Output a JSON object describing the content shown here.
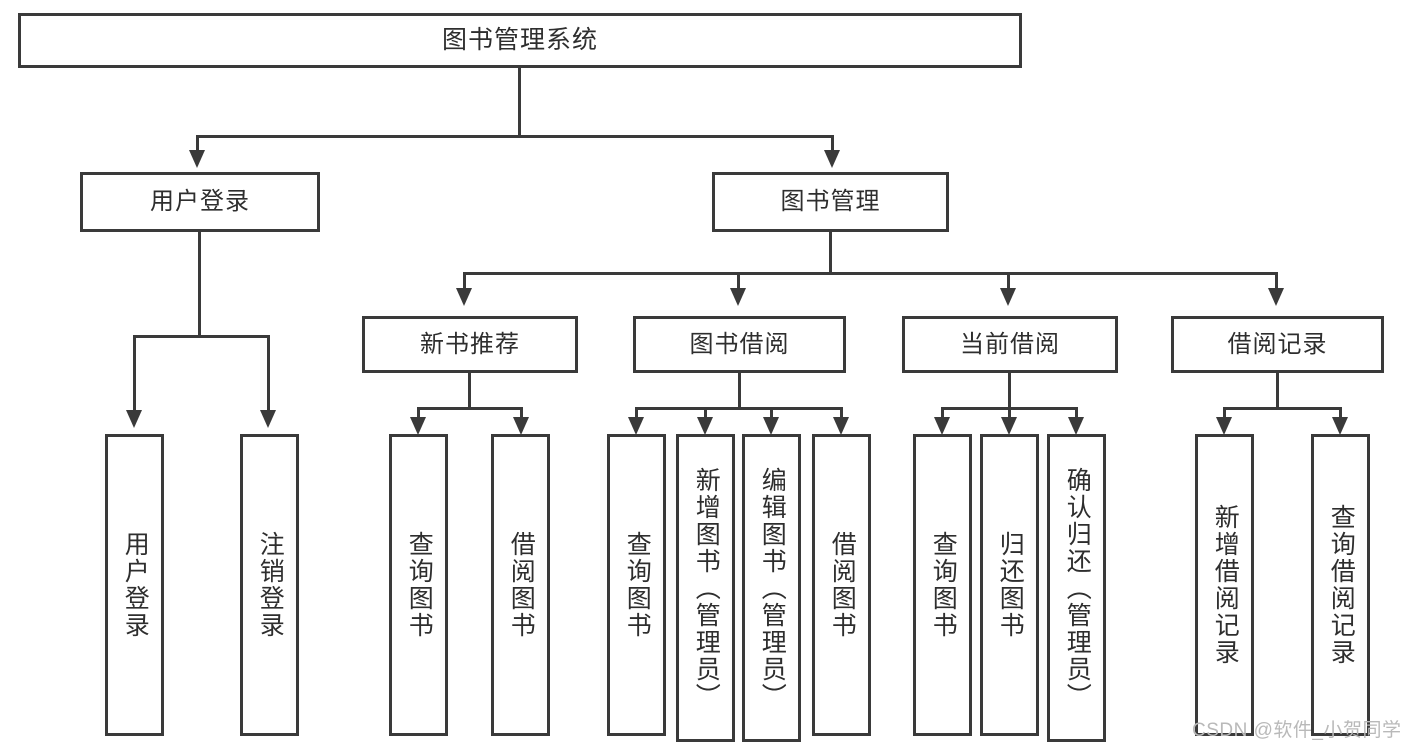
{
  "diagram": {
    "title": "图书管理系统",
    "type": "tree-hierarchy-diagram",
    "root": {
      "label": "图书管理系统"
    },
    "level1": [
      {
        "label": "用户登录"
      },
      {
        "label": "图书管理"
      }
    ],
    "level2": [
      {
        "label": "新书推荐"
      },
      {
        "label": "图书借阅"
      },
      {
        "label": "当前借阅"
      },
      {
        "label": "借阅记录"
      }
    ],
    "leaves_user_login": [
      {
        "label": "用户登录"
      },
      {
        "label": "注销登录"
      }
    ],
    "leaves_new_book": [
      {
        "label": "查询图书"
      },
      {
        "label": "借阅图书"
      }
    ],
    "leaves_borrow": [
      {
        "label": "查询图书"
      },
      {
        "label": "新增图书（管理员）"
      },
      {
        "label": "编辑图书（管理员）"
      },
      {
        "label": "借阅图书"
      }
    ],
    "leaves_current": [
      {
        "label": "查询图书"
      },
      {
        "label": "归还图书"
      },
      {
        "label": "确认归还（管理员）"
      }
    ],
    "leaves_record": [
      {
        "label": "新增借阅记录"
      },
      {
        "label": "查询借阅记录"
      }
    ]
  },
  "watermark": {
    "text": "CSDN @软件_小贺同学"
  },
  "colors": {
    "stroke": "#3a3a3a",
    "text": "#2e2e2e",
    "background": "#ffffff",
    "watermark": "#b9b9b9"
  }
}
